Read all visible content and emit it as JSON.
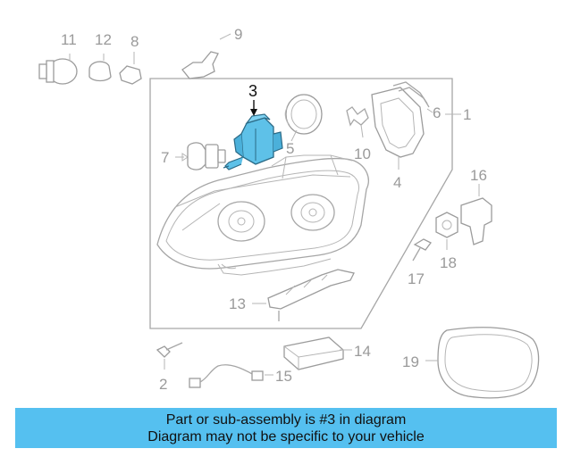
{
  "diagram": {
    "highlight_color": "#5ec1e8",
    "highlighted_part": "3",
    "labels": {
      "p1": "1",
      "p2": "2",
      "p3": "3",
      "p4": "4",
      "p5": "5",
      "p6": "6",
      "p7": "7",
      "p8": "8",
      "p9": "9",
      "p10": "10",
      "p11": "11",
      "p12": "12",
      "p13": "13",
      "p14": "14",
      "p15": "15",
      "p16": "16",
      "p17": "17",
      "p18": "18",
      "p19": "19"
    }
  },
  "banner": {
    "line1": "Part or sub-assembly is #3 in diagram",
    "line2": "Diagram may not be specific to your vehicle",
    "color": "#55c0f0"
  }
}
